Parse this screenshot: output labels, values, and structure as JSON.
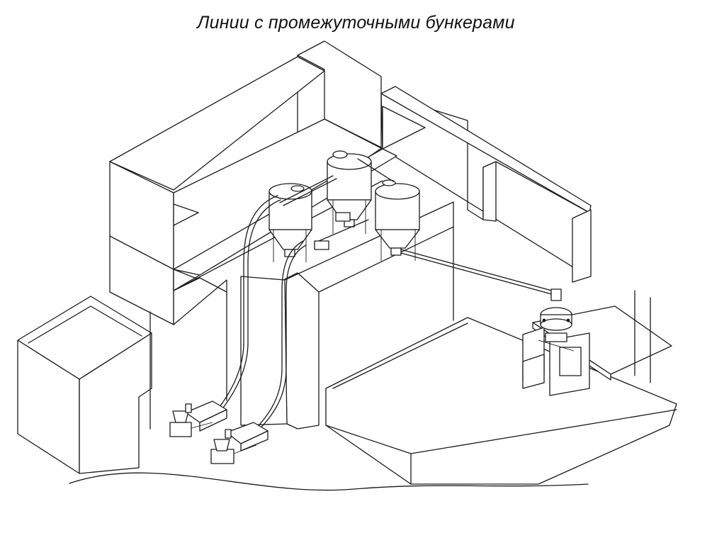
{
  "title": "Линии  с промежуточными бункерами",
  "colors": {
    "line": "#1a1a1a",
    "background": "#ffffff"
  },
  "illustration": [
    "building-walls",
    "upper-floor-slab",
    "intermediate-bunker-1",
    "intermediate-bunker-2",
    "intermediate-bunker-3",
    "vertical-conveyor-pipes",
    "inclined-conveyor-pipe",
    "loading-station-1",
    "loading-station-2",
    "platform-machine",
    "ground-surface"
  ]
}
